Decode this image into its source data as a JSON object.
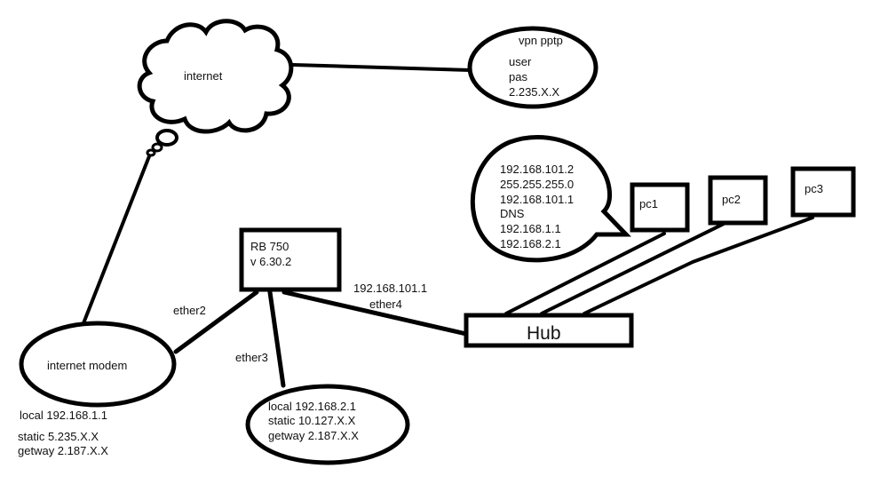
{
  "diagram": {
    "internet": {
      "label": "internet"
    },
    "vpn": {
      "title": "vpn pptp",
      "user": "user",
      "pass": "pas",
      "ip": "2.235.X.X"
    },
    "pc_config": {
      "lines": [
        "192.168.101.2",
        "255.255.255.0",
        "192.168.101.1",
        "DNS",
        "192.168.1.1",
        "192.168.2.1"
      ]
    },
    "pcs": [
      "pc1",
      "pc2",
      "pc3"
    ],
    "router": {
      "model": "RB 750",
      "version": "v 6.30.2"
    },
    "hub": {
      "label": "Hub"
    },
    "links": {
      "ether2": "ether2",
      "ether3": "ether3",
      "ether4_ip": "192.168.101.1",
      "ether4": "ether4"
    },
    "modem": {
      "label": "internet modem",
      "local": "local 192.168.1.1",
      "static": "static 5.235.X.X",
      "gateway": "getway 2.187.X.X"
    },
    "second_modem": {
      "local": "local 192.168.2.1",
      "static": "static 10.127.X.X",
      "gateway": "getway 2.187.X.X"
    }
  }
}
